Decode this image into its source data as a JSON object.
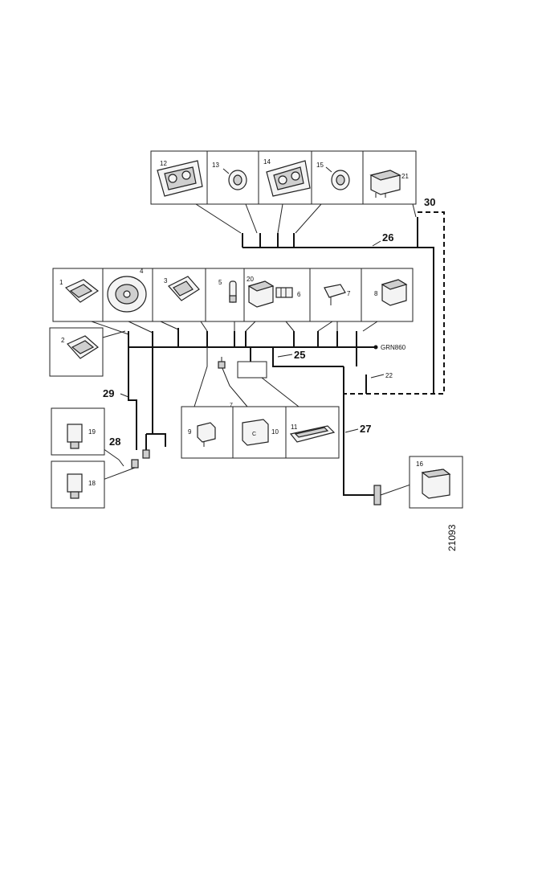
{
  "labels": {
    "p1": "1",
    "p2": "2",
    "p3": "3",
    "p4": "4",
    "p5": "5",
    "p6": "6",
    "p7": "7",
    "p8": "8",
    "p9": "9",
    "p10": "10",
    "p11": "11",
    "p12": "12",
    "p13": "13",
    "p14": "14",
    "p15": "15",
    "p16": "16",
    "p18": "18",
    "p19": "19",
    "p20": "20",
    "p21": "21",
    "p22": "22",
    "w25": "25",
    "w26": "26",
    "w27": "27",
    "w28": "28",
    "w29": "29",
    "w30": "30",
    "connector": "GRN860",
    "figure_number": "21093",
    "fuse_mark": "7",
    "relay_mark": "C"
  }
}
